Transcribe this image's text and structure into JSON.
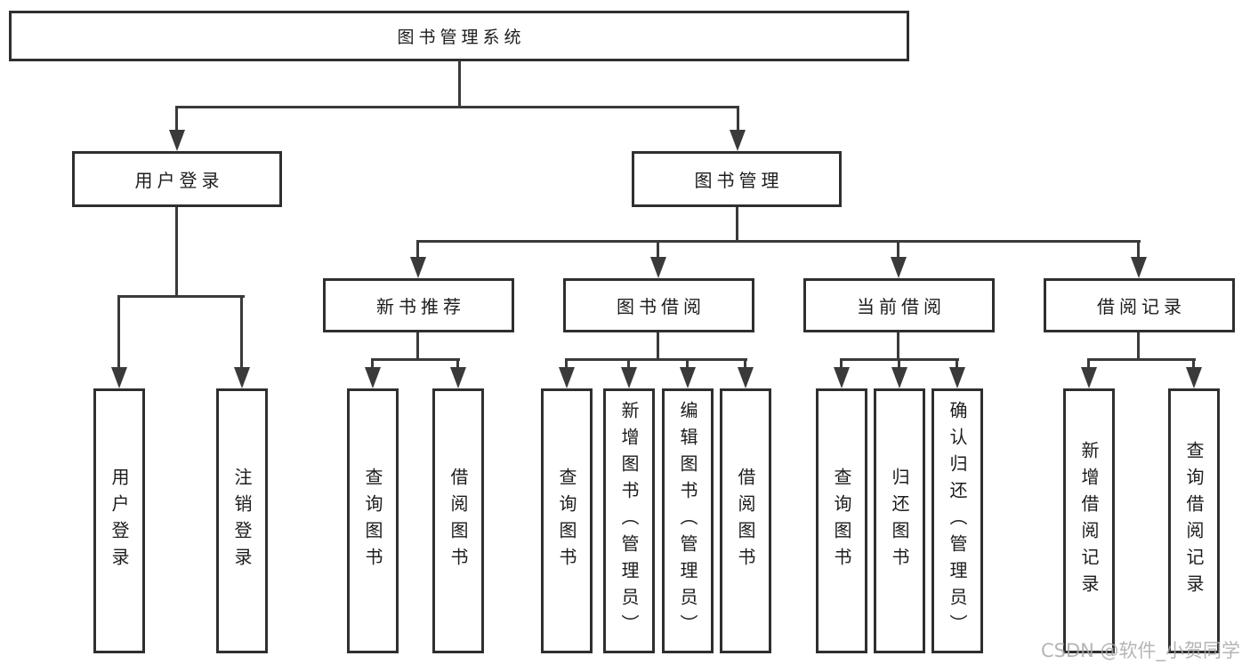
{
  "colors": {
    "background": "#ffffff",
    "line": "#3a3a3a",
    "box_border": "#2f2f2f",
    "box_fill": "#ffffff",
    "text": "#1c1c1c",
    "watermark": "rgba(168,168,168,0.85)"
  },
  "watermark": {
    "text": "CSDN @软件_小贺同学"
  },
  "tree": {
    "label": "图书管理系统",
    "children": [
      {
        "label": "用户登录",
        "children": [
          {
            "label": "用户登录"
          },
          {
            "label": "注销登录"
          }
        ]
      },
      {
        "label": "图书管理",
        "children": [
          {
            "label": "新书推荐",
            "children": [
              {
                "label": "查询图书"
              },
              {
                "label": "借阅图书"
              }
            ]
          },
          {
            "label": "图书借阅",
            "children": [
              {
                "label": "查询图书"
              },
              {
                "label": "新增图书（管理员）"
              },
              {
                "label": "编辑图书（管理员）"
              },
              {
                "label": "借阅图书"
              }
            ]
          },
          {
            "label": "当前借阅",
            "children": [
              {
                "label": "查询图书"
              },
              {
                "label": "归还图书"
              },
              {
                "label": "确认归还（管理员）"
              }
            ]
          },
          {
            "label": "借阅记录",
            "children": [
              {
                "label": "新增借阅记录"
              },
              {
                "label": "查询借阅记录"
              }
            ]
          }
        ]
      }
    ]
  }
}
